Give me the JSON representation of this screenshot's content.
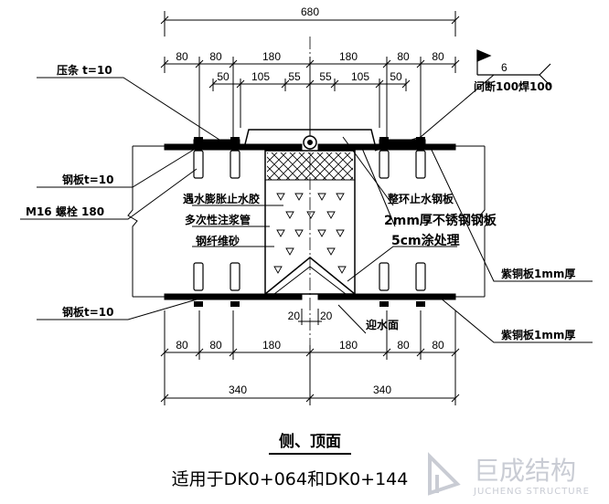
{
  "dimensions": {
    "overall": "680",
    "top_row": [
      "80",
      "80",
      "180",
      "180",
      "80",
      "80"
    ],
    "second_row": [
      "50",
      "105",
      "55",
      "55",
      "105",
      "50"
    ],
    "bottom_row": [
      "80",
      "80",
      "180",
      "180",
      "80",
      "80"
    ],
    "bottom_half": [
      "340",
      "340"
    ],
    "gap": [
      "20",
      "20"
    ]
  },
  "labels": {
    "plate_t10_top": "压条 t=10",
    "plate_t10_left": "钢板t=10",
    "bolt": "M16 螺栓 180",
    "waterstop_rubber": "遇水膨胀止水胶",
    "grout": "多次性注浆管",
    "steel_fiber": "钢纤维砂",
    "ring_waterstop": "整环止水钢板",
    "stainless": "2mm厚不锈钢钢板",
    "coating": "5cm涂处理",
    "purple_copper_1": "紫铜板1mm厚",
    "purple_copper_2": "紫铜板1mm厚",
    "plate_t10_bottom": "钢板t=10",
    "water_face": "迎水面",
    "weld_num": "6",
    "weld_note": "间断100焊100"
  },
  "title": "侧、顶面",
  "subtitle": "适用于DK0+064和DK0+144",
  "watermark": {
    "cn": "巨成结构",
    "en": "JUCHENG STRUCTURE"
  }
}
